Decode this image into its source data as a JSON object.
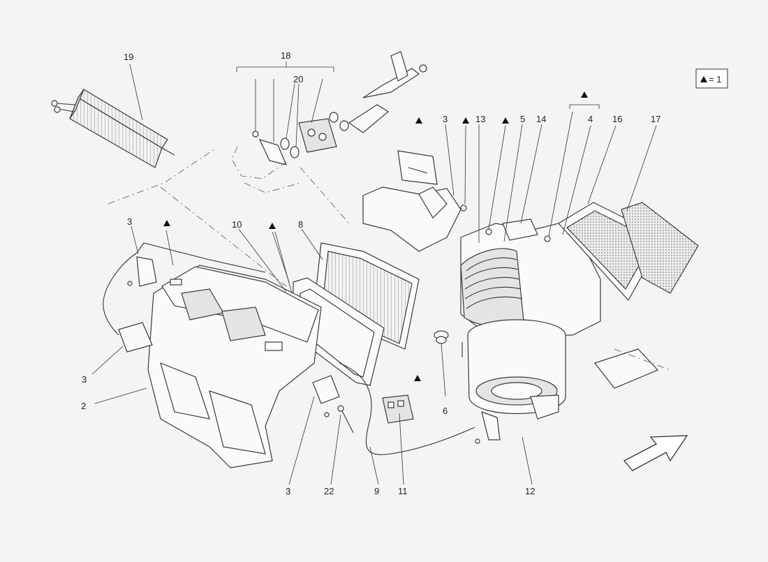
{
  "legend": {
    "text": "= 1"
  },
  "callouts": {
    "c19": "19",
    "c18": "18",
    "c20": "20",
    "c3_top": "3",
    "c13": "13",
    "c5": "5",
    "c14": "14",
    "c4": "4",
    "c16": "16",
    "c17": "17",
    "c3_left_top": "3",
    "c10": "10",
    "c8": "8",
    "c3_left": "3",
    "c2": "2",
    "c6": "6",
    "c3_bottom": "3",
    "c22": "22",
    "c9": "9",
    "c11": "11",
    "c12": "12"
  }
}
